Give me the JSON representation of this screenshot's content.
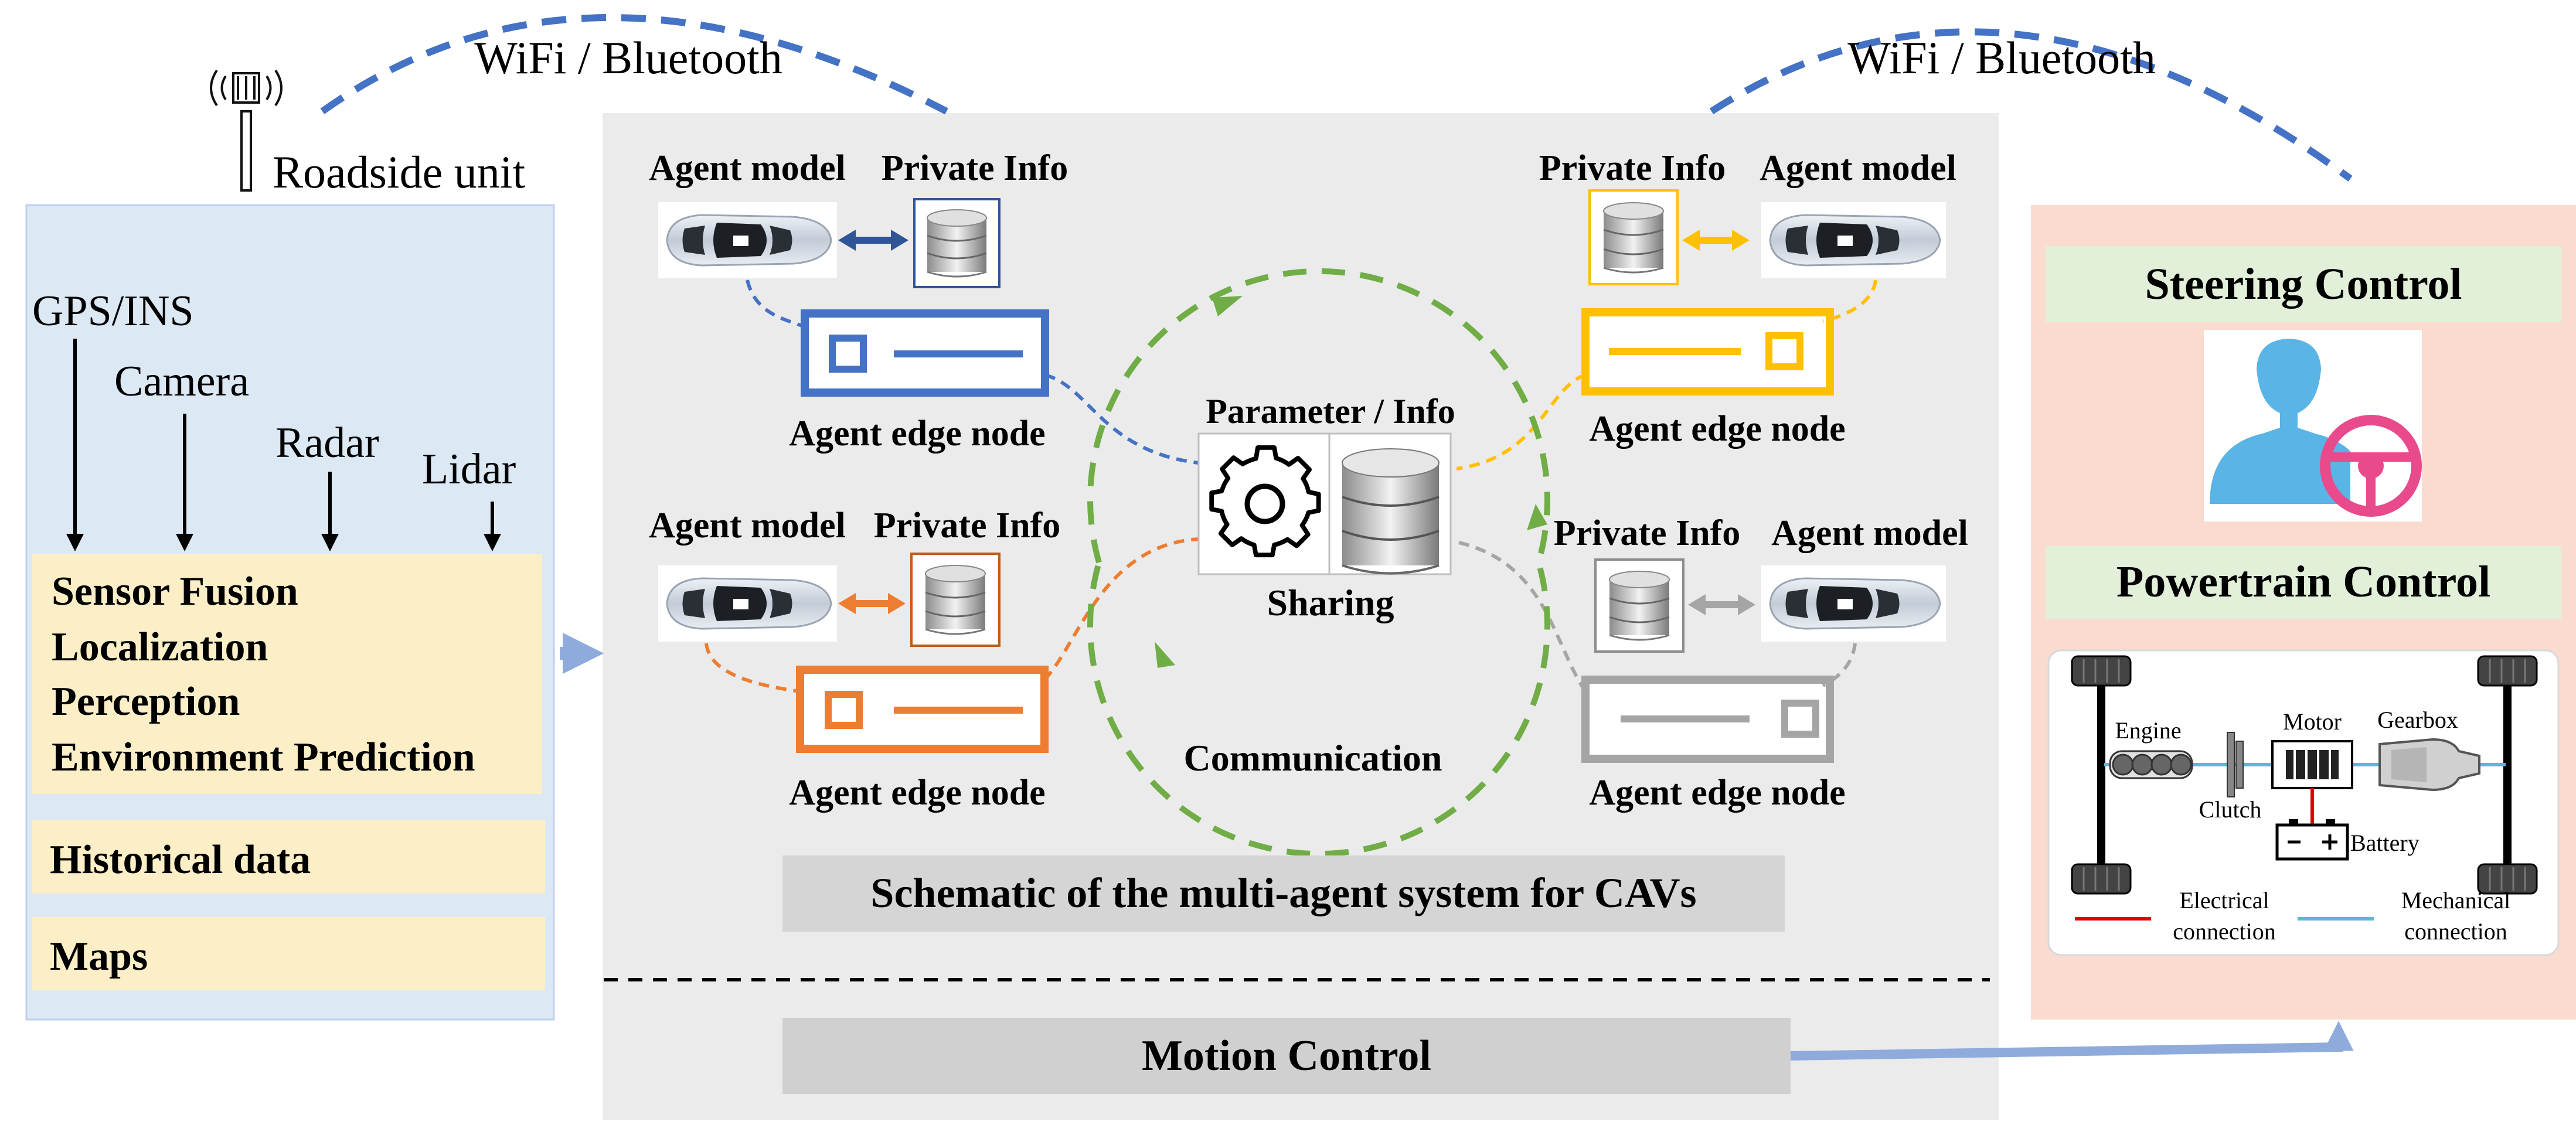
{
  "roadside": {
    "label": "Roadside unit"
  },
  "wifi": {
    "left": "WiFi / Bluetooth",
    "right": "WiFi / Bluetooth"
  },
  "left_panel": {
    "sensors": [
      "GPS/INS",
      "Camera",
      "Radar",
      "Lidar"
    ],
    "fusion_lines": [
      "Sensor Fusion",
      "Localization",
      "Perception",
      "Environment Prediction"
    ],
    "historical": "Historical data",
    "maps": "Maps"
  },
  "center_panel": {
    "agents": {
      "top_left": {
        "model": "Agent model",
        "info": "Private Info",
        "node": "Agent edge node",
        "color": "#4472c4"
      },
      "bottom_left": {
        "model": "Agent model",
        "info": "Private Info",
        "node": "Agent edge node",
        "color": "#ed7d31"
      },
      "top_right": {
        "model": "Agent model",
        "info": "Private Info",
        "node": "Agent edge node",
        "color": "#ffc000"
      },
      "bottom_right": {
        "model": "Agent model",
        "info": "Private Info",
        "node": "Agent edge node",
        "color": "#a5a5a5"
      }
    },
    "param_info": "Parameter / Info",
    "sharing": "Sharing",
    "communication": "Communication",
    "schematic_title": "Schematic of the multi-agent system for CAVs",
    "motion_control": "Motion Control",
    "cycle_color": "#70ad47"
  },
  "right_panel": {
    "steering": "Steering Control",
    "powertrain": "Powertrain Control",
    "components": {
      "engine": "Engine",
      "motor": "Motor",
      "gearbox": "Gearbox",
      "clutch": "Clutch",
      "battery": "Battery"
    },
    "legend": {
      "electrical": [
        "Electrical",
        "connection"
      ],
      "mechanical": [
        "Mechanical",
        "connection"
      ]
    }
  }
}
